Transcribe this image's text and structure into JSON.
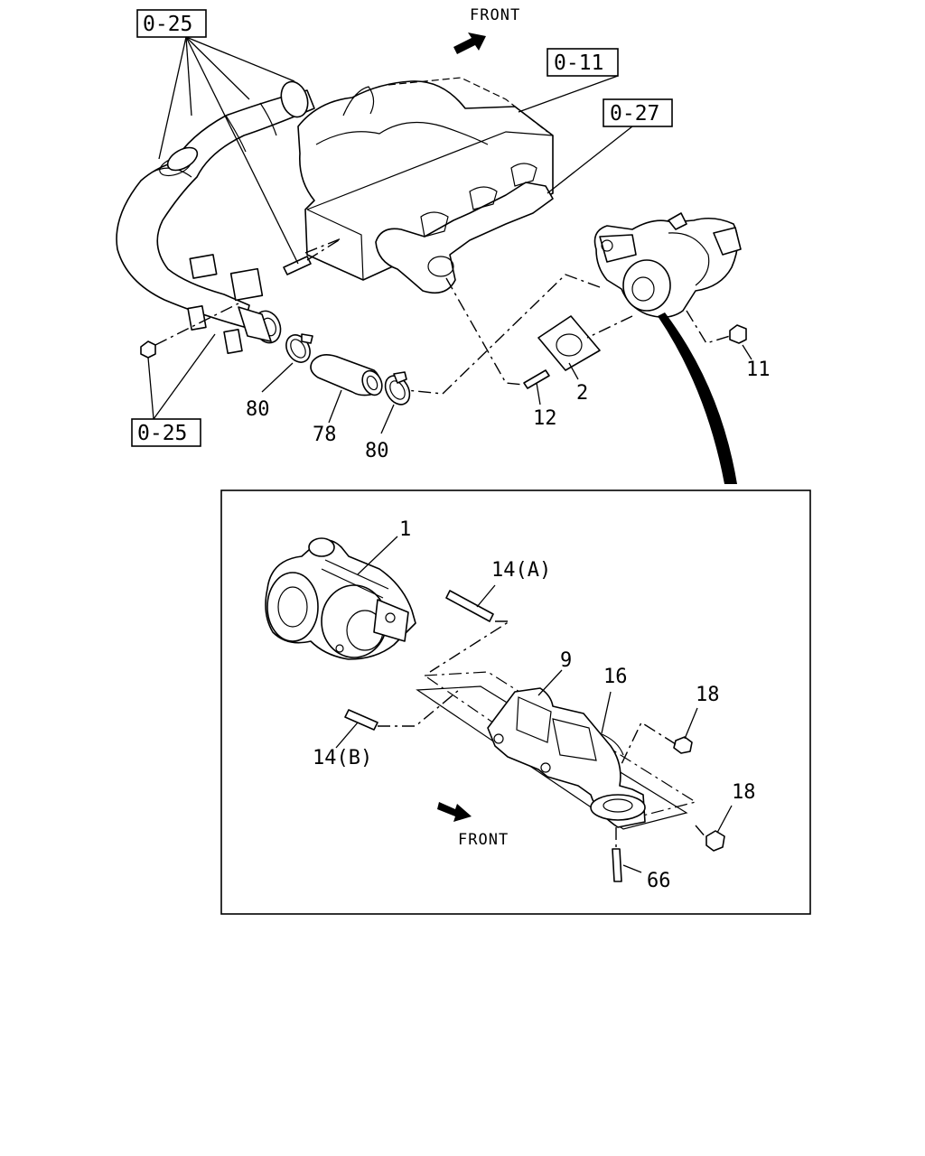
{
  "references": {
    "ref_0_25_top": "0-25",
    "ref_0_11": "0-11",
    "ref_0_27": "0-27",
    "ref_0_25_bottom": "0-25"
  },
  "direction": {
    "front_top": "FRONT",
    "front_inset": "FRONT"
  },
  "callouts": {
    "p80_left": "80",
    "p78": "78",
    "p80_right": "80",
    "p12": "12",
    "p2": "2",
    "p11": "11",
    "p1": "1",
    "p14a": "14(A)",
    "p14b": "14(B)",
    "p9": "9",
    "p16": "16",
    "p18_top": "18",
    "p18_bottom": "18",
    "p66": "66"
  }
}
